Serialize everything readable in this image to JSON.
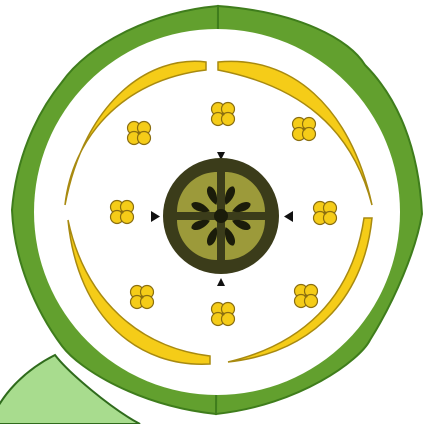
{
  "diagram": {
    "type": "floral-diagram",
    "whorls": {
      "sepals": {
        "count": 4
      },
      "petals": {
        "count": 4
      },
      "stamens": {
        "count": 8
      },
      "gynoecium": {
        "carpels": 4,
        "ovules_per_locule": 2
      }
    },
    "markers": {
      "count": 4,
      "glyph": "triangle"
    },
    "colors": {
      "background": "#ffffff",
      "sepal_fill": "#62a02e",
      "sepal_stroke": "#3f7d1c",
      "petal_fill": "#f5cc18",
      "petal_stroke": "#a88a10",
      "stamen_fill": "#f5cc18",
      "stamen_stroke": "#8a6e10",
      "ovary_outer": "#3b3c1a",
      "ovary_inner": "#9c9a3a",
      "ovule": "#1b1c0a",
      "marker": "#111111",
      "bract_fill": "#a8dc8e",
      "bract_stroke": "#2f6b1c"
    }
  }
}
